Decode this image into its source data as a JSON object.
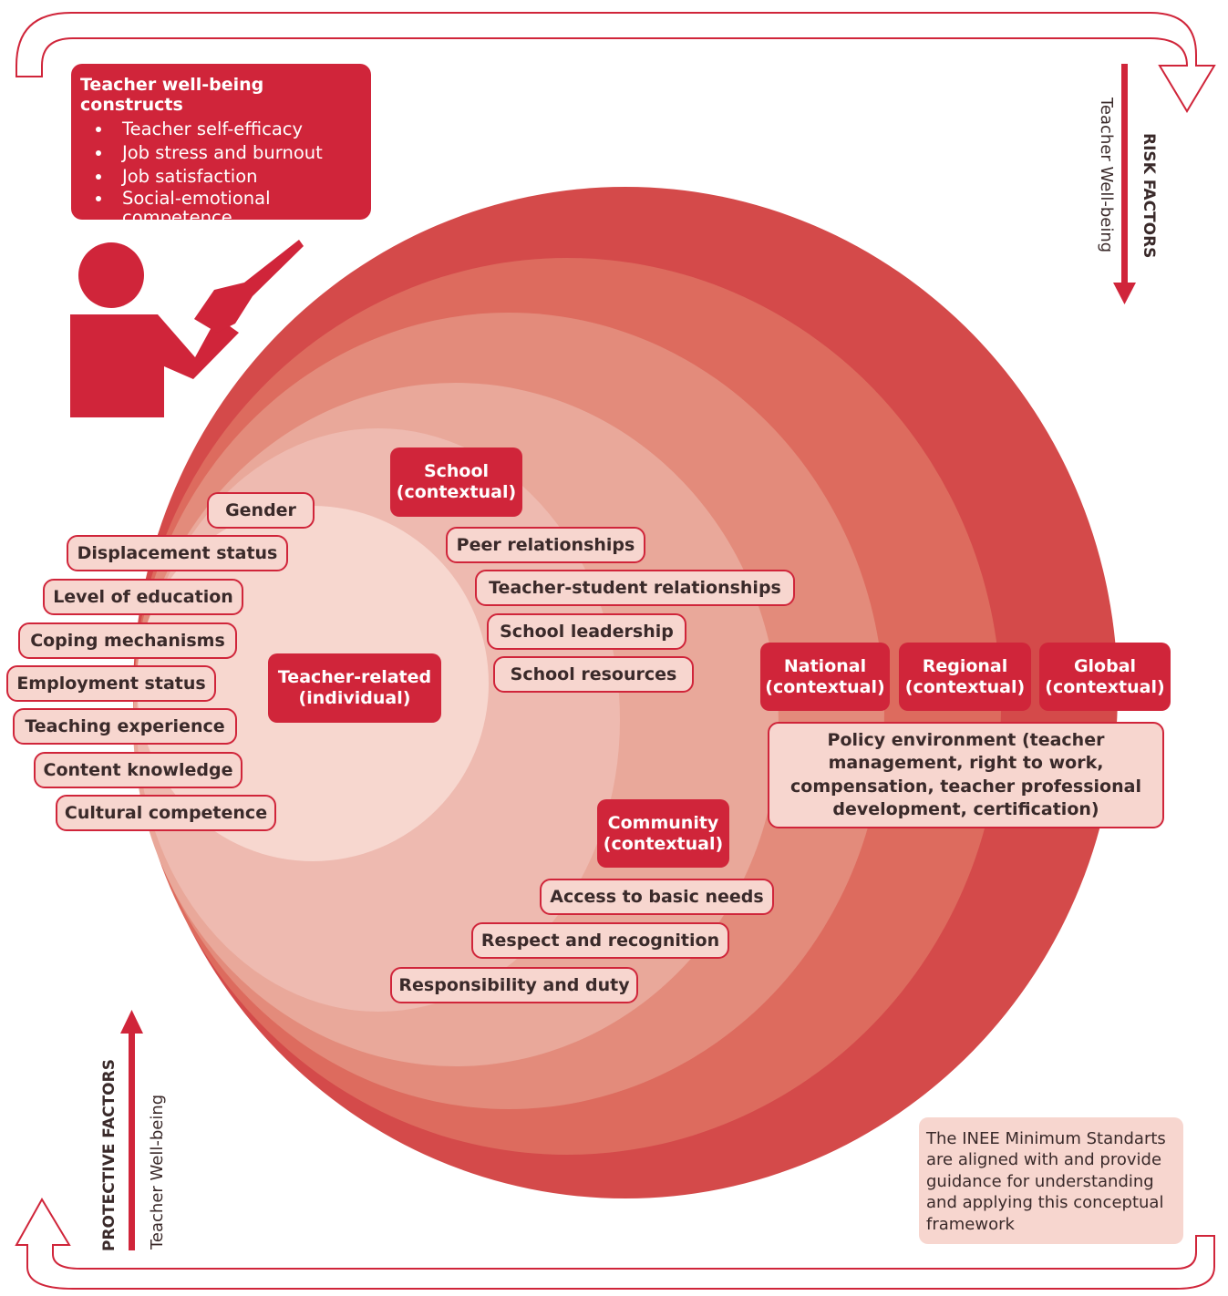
{
  "constructs": {
    "title": "Teacher well-being constructs",
    "items": [
      "Teacher self-efficacy",
      "Job stress and burnout",
      "Job satisfaction",
      "Social-emotional competence"
    ]
  },
  "risk": {
    "title": "RISK FACTORS",
    "subtitle": "Teacher Well-being"
  },
  "protective": {
    "title": "PROTECTIVE FACTORS",
    "subtitle": "Teacher Well-being"
  },
  "levels": {
    "individual": "Teacher-related (individual)",
    "school": "School (contextual)",
    "community": "Community (contextual)",
    "national": "National (contextual)",
    "regional": "Regional (contextual)",
    "global": "Global (contextual)"
  },
  "individual_factors": [
    "Gender",
    "Displacement status",
    "Level of education",
    "Coping mechanisms",
    "Employment status",
    "Teaching experience",
    "Content knowledge",
    "Cultural competence"
  ],
  "school_factors": [
    "Peer relationships",
    "Teacher-student relationships",
    "School leadership",
    "School resources"
  ],
  "community_factors": [
    "Access to basic needs",
    "Respect and recognition",
    "Responsibility and duty"
  ],
  "policy": "Policy environment (teacher management, right to work, compensation, teacher professional development, certification)",
  "note": "The INEE Minimum Standarts are aligned with and provide guidance for understanding and applying this conceptual framework",
  "colors": {
    "primary": "#d0253a",
    "pill": "#f7d6cf",
    "rings": [
      "#d44a4a",
      "#dd6b5e",
      "#e38b7b",
      "#e9a89a",
      "#eebab0",
      "#f7d7cf"
    ]
  }
}
